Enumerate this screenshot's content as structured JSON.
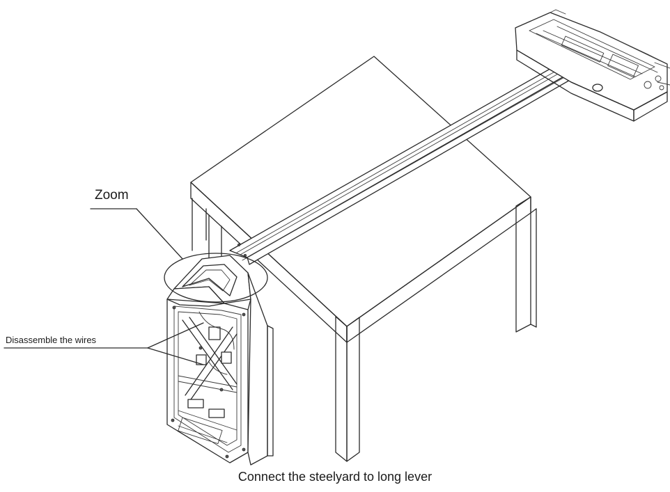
{
  "figure": {
    "caption": "Connect the steelyard to long lever",
    "callouts": {
      "zoom": "Zoom",
      "wires": "Disassemble the wires"
    }
  }
}
